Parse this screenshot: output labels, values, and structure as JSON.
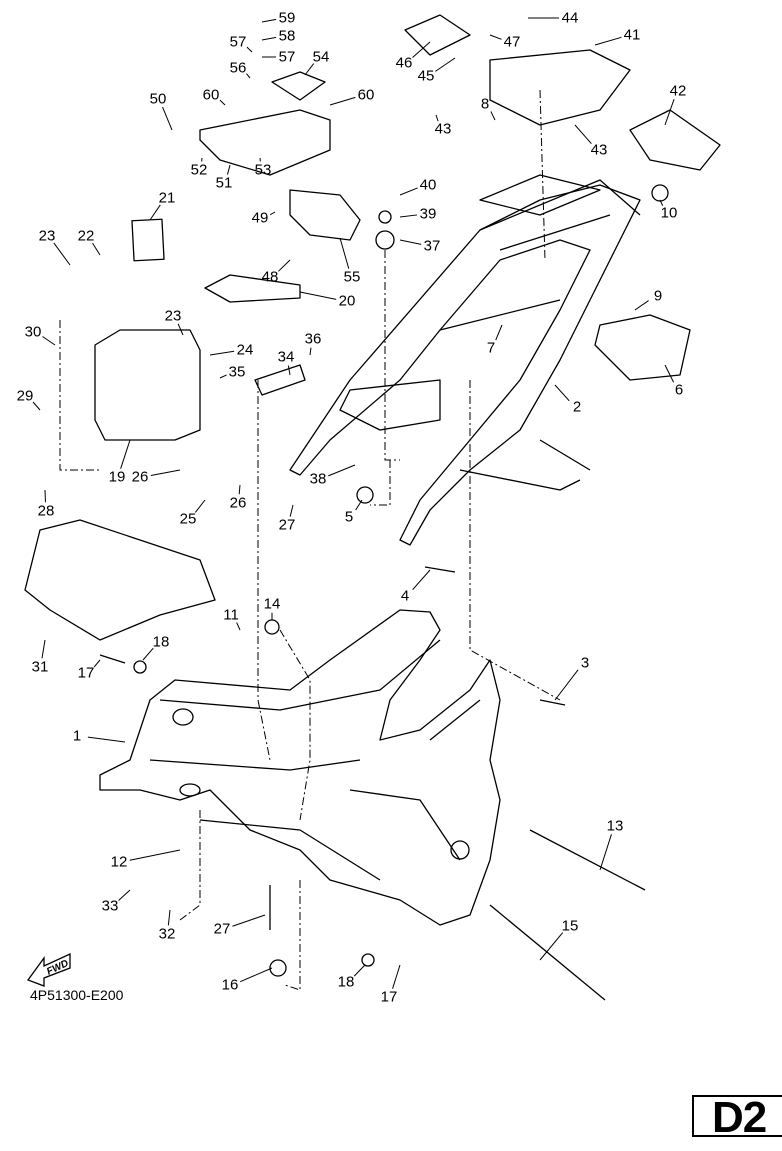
{
  "diagram": {
    "drawing_code": "4P51300-E200",
    "page_label": "D2",
    "direction_arrow": "FWD",
    "callouts": [
      "59",
      "58",
      "57",
      "57",
      "54",
      "56",
      "60",
      "60",
      "50",
      "52",
      "51",
      "53",
      "40",
      "39",
      "37",
      "49",
      "48",
      "55",
      "21",
      "20",
      "22",
      "23",
      "23",
      "24",
      "30",
      "29",
      "19",
      "28",
      "36",
      "34",
      "35",
      "26",
      "26",
      "25",
      "27",
      "38",
      "5",
      "4",
      "14",
      "11",
      "18",
      "17",
      "31",
      "1",
      "12",
      "33",
      "32",
      "27",
      "16",
      "18",
      "17",
      "15",
      "13",
      "3",
      "2",
      "6",
      "9",
      "10",
      "42",
      "43",
      "43",
      "8",
      "7",
      "44",
      "41",
      "47",
      "46",
      "45"
    ]
  }
}
